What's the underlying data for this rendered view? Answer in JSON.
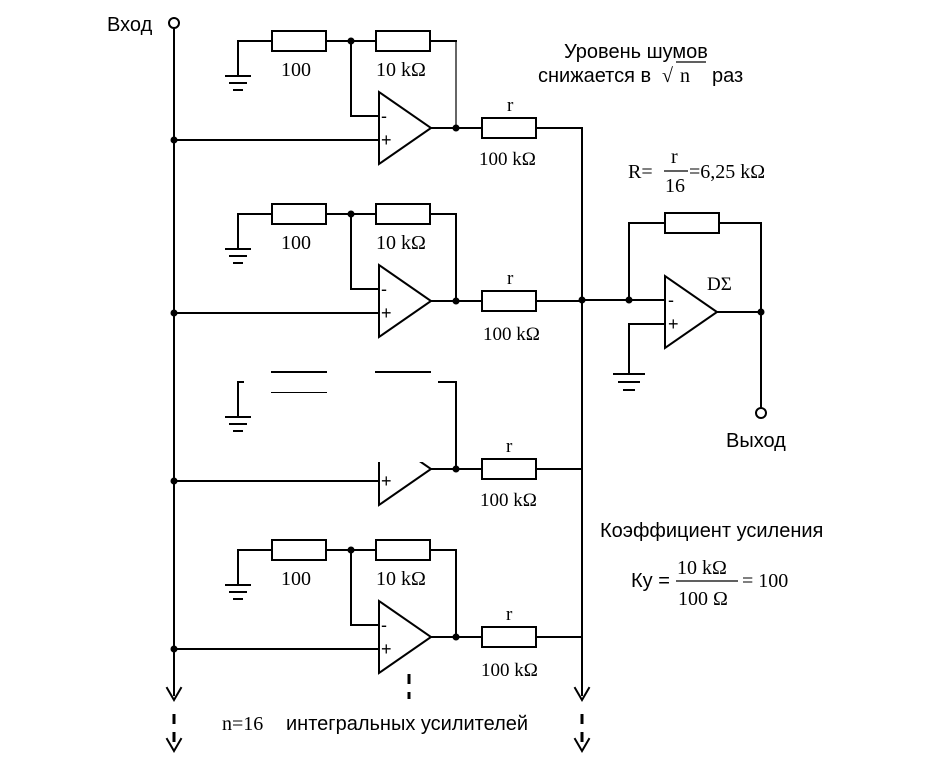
{
  "labels": {
    "input": "Вход",
    "output": "Выход",
    "noise_line1": "Уровень шумов",
    "noise_line2_prefix": "снижается в",
    "noise_sqrt_symbol": "√",
    "noise_sqrt_arg": "n",
    "noise_line2_suffix": "раз",
    "sum_r_prefix": "R=",
    "sum_r_num": "r",
    "sum_r_den": "16",
    "sum_r_result": "=6,25 kΩ",
    "summing_amp": "DΣ",
    "gain_title": "Коэффициент усиления",
    "gain_prefix": "Ку =",
    "gain_num": "10 kΩ",
    "gain_den": "100 Ω",
    "gain_result": "= 100",
    "count_n": "n=16",
    "count_text": "интегральных усилителей",
    "minus": "-",
    "plus": "+"
  },
  "stages": [
    {
      "r_gnd": "100",
      "r_fb": "10 kΩ",
      "r_out_name": "r",
      "r_out_value": "100 kΩ"
    },
    {
      "r_gnd": "100",
      "r_fb": "10 kΩ",
      "r_out_name": "r",
      "r_out_value": "100 kΩ"
    },
    {
      "r_gnd": "",
      "r_fb": "",
      "r_out_name": "r",
      "r_out_value": "100 kΩ"
    },
    {
      "r_gnd": "100",
      "r_fb": "10 kΩ",
      "r_out_name": "r",
      "r_out_value": "100 kΩ"
    }
  ]
}
